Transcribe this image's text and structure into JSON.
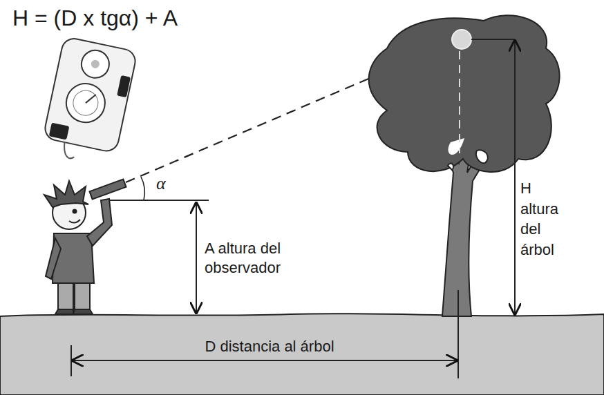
{
  "diagram": {
    "title": "H = (D x tgα) + A",
    "labels": [
      "α",
      "A altura del observador",
      "H altura del árbol",
      "D distancia al árbol"
    ]
  }
}
